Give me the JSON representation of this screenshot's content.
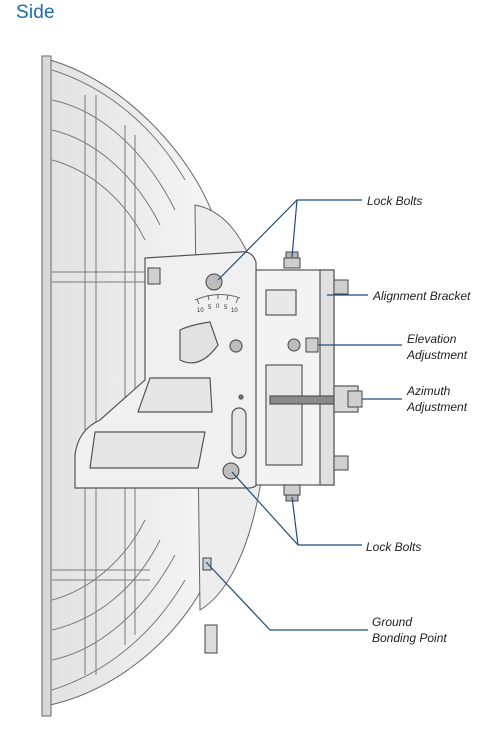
{
  "heading": "Side",
  "labels": {
    "lock_bolts_top": "Lock Bolts",
    "alignment_bracket": "Alignment Bracket",
    "elevation_line1": "Elevation",
    "elevation_line2": "Adjustment",
    "azimuth_line1": "Azimuth",
    "azimuth_line2": "Adjustment",
    "lock_bolts_bottom": "Lock Bolts",
    "ground_line1": "Ground",
    "ground_line2": "Bonding Point"
  },
  "scale": {
    "marks": [
      "10",
      "5",
      "0",
      "5",
      "10"
    ]
  },
  "colors": {
    "heading": "#1b6aa8",
    "callout_line": "#1f4d7a",
    "outline": "#555555",
    "fill_light": "#f2f2f2",
    "fill_mid": "#e4e4e4"
  }
}
